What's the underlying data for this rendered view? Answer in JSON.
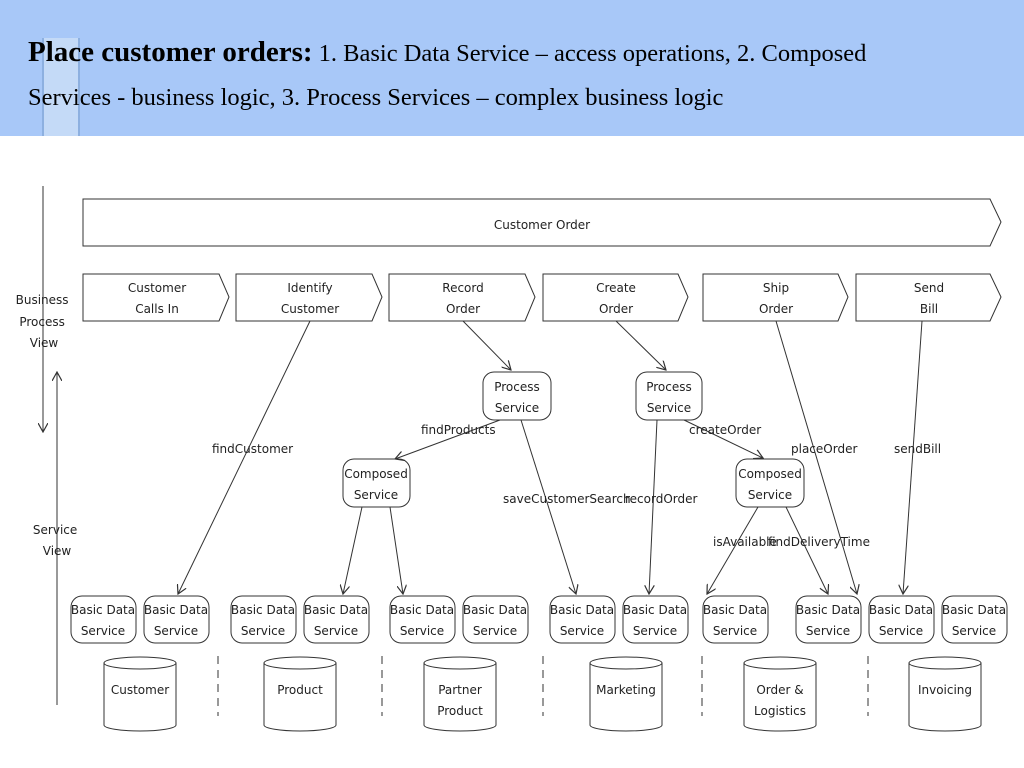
{
  "header": {
    "bold": "Place customer orders:",
    "line1": " 1. Basic Data Service – access operations, 2. Composed",
    "line2": "Services - business logic,  3. Process Services – complex business logic"
  },
  "side_labels": {
    "business": [
      "Business",
      "Process",
      "View"
    ],
    "service": [
      "Service",
      "View"
    ]
  },
  "main_process": "Customer Order",
  "steps": [
    [
      "Customer",
      "Calls In"
    ],
    [
      "Identify",
      "Customer"
    ],
    [
      "Record",
      "Order"
    ],
    [
      "Create",
      "Order"
    ],
    [
      "Ship",
      "Order"
    ],
    [
      "Send",
      "Bill"
    ]
  ],
  "process_service": [
    "Process",
    "Service"
  ],
  "composed_service": [
    "Composed",
    "Service"
  ],
  "basic_service": [
    "Basic Data",
    "Service"
  ],
  "databases": [
    [
      "Customer"
    ],
    [
      "Product"
    ],
    [
      "Partner",
      "Product"
    ],
    [
      "Marketing"
    ],
    [
      "Order &",
      "Logistics"
    ],
    [
      "Invoicing"
    ]
  ],
  "operations": {
    "find_customer": "findCustomer",
    "find_products": "findProducts",
    "save_customer_search": "saveCustomerSearch",
    "create_order": "createOrder",
    "record_order": "recordOrder",
    "place_order": "placeOrder",
    "send_bill": "sendBill",
    "is_available": "isAvailable",
    "find_delivery_time": "findDeliveryTime"
  }
}
